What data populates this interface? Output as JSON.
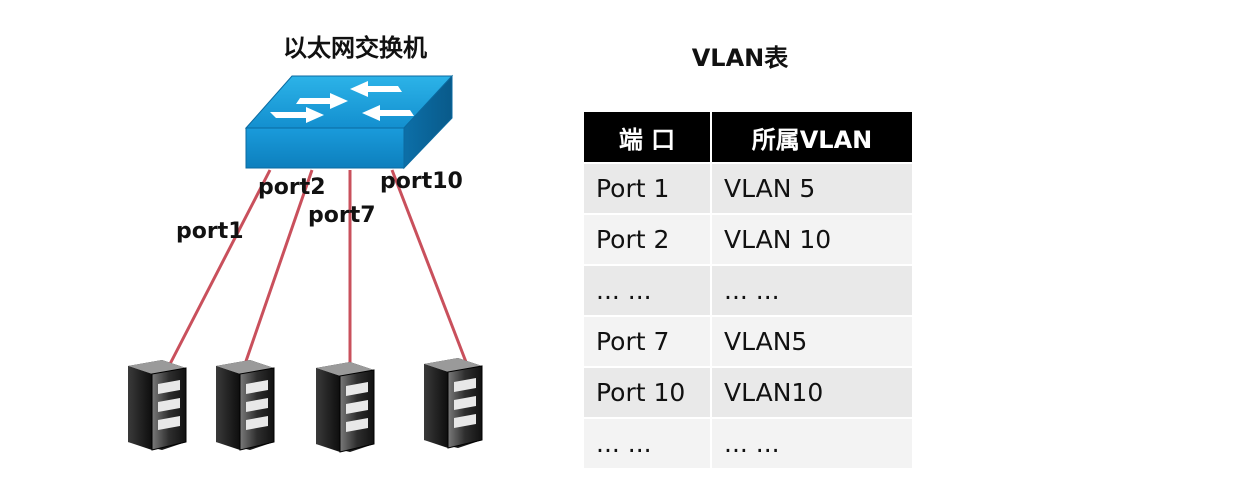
{
  "switch": {
    "title": "以太网交换机"
  },
  "table": {
    "title": "VLAN表",
    "headers": [
      "端 口",
      "所属VLAN"
    ],
    "rows": [
      [
        "Port 1",
        "VLAN 5"
      ],
      [
        "Port 2",
        "VLAN 10"
      ],
      [
        "... ...",
        "... ..."
      ],
      [
        "Port 7",
        "VLAN5"
      ],
      [
        "Port 10",
        "VLAN10"
      ],
      [
        "... ...",
        "... ..."
      ]
    ]
  },
  "ports": {
    "port1": "port1",
    "port2": "port2",
    "port7": "port7",
    "port10": "port10"
  },
  "colors": {
    "switch_top": "#1aa3dc",
    "switch_front": "#0f8fcc",
    "cable": "#c9505c",
    "table_header": "#000000",
    "table_cell": "#e9e9e9"
  }
}
